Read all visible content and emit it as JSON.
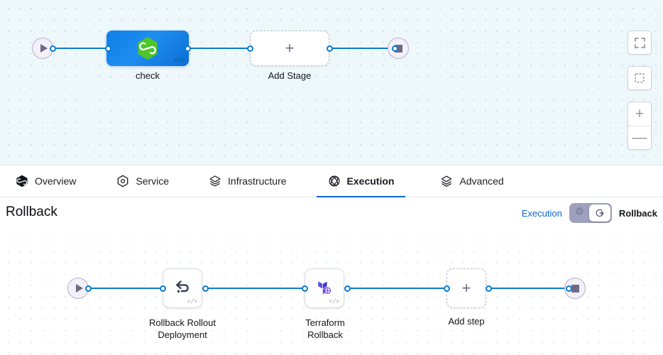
{
  "top_pipeline": {
    "start_node": {
      "icon": "play-icon"
    },
    "end_node": {
      "icon": "stop-icon"
    },
    "stages": [
      {
        "label": "check",
        "icon": "harness-hexagon-icon",
        "badge": "</>",
        "type": "stage"
      },
      {
        "label": "Add Stage",
        "icon": "plus-icon",
        "type": "add"
      }
    ]
  },
  "view_controls": [
    {
      "name": "fit-to-screen-button",
      "icon": "fit-screen-icon"
    },
    {
      "name": "select-area-button",
      "icon": "dashed-square-icon"
    },
    {
      "name": "zoom-in-button",
      "icon": "plus-icon",
      "label": "+"
    },
    {
      "name": "zoom-out-button",
      "icon": "minus-icon",
      "label": "—"
    }
  ],
  "tabs": [
    {
      "label": "Overview",
      "icon": "harness-hexagon-icon",
      "active": false
    },
    {
      "label": "Service",
      "icon": "service-hexagon-icon",
      "active": false
    },
    {
      "label": "Infrastructure",
      "icon": "infrastructure-layers-icon",
      "active": false
    },
    {
      "label": "Execution",
      "icon": "execution-icon",
      "active": true
    },
    {
      "label": "Advanced",
      "icon": "advanced-layers-icon",
      "active": false
    }
  ],
  "rollback_section": {
    "title": "Rollback",
    "toggle": {
      "left_label": "Execution",
      "right_label": "Rollback",
      "state": "rollback",
      "off_icon": "execution-icon",
      "on_icon": "rollback-clock-icon"
    }
  },
  "bottom_pipeline": {
    "start_node": {
      "icon": "play-icon"
    },
    "end_node": {
      "icon": "stop-icon"
    },
    "steps": [
      {
        "label": "Rollback Rollout\nDeployment",
        "label_line1": "Rollback Rollout",
        "label_line2": "Deployment",
        "icon": "rollback-arrow-icon",
        "badge": "</>",
        "type": "step"
      },
      {
        "label": "Terraform\nRollback",
        "label_line1": "Terraform",
        "label_line2": "Rollback",
        "icon": "terraform-icon",
        "badge": "</>",
        "type": "step"
      },
      {
        "label": "Add step",
        "icon": "plus-icon",
        "type": "add"
      }
    ]
  },
  "colors": {
    "accent_blue": "#0a64d2",
    "edge_blue": "#0a7ad1",
    "canvas_top_bg": "#eef8fb",
    "canvas_bottom_bg": "#ffffff",
    "stage_blue": "#0d7fe8",
    "harness_green": "#4dc62a",
    "terraform_purple": "#5c4ee5",
    "toggle_track": "#9ea0bd"
  }
}
